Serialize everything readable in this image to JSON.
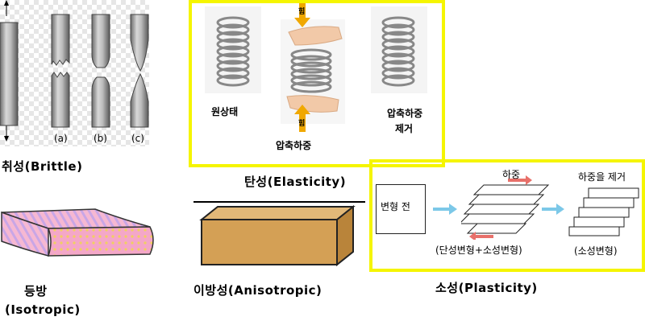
{
  "brittle": {
    "title": "취성(Brittle)",
    "labels": [
      "(a)",
      "(b)",
      "(c)"
    ]
  },
  "elasticity": {
    "title": "탄성(Elasticity)",
    "original_label": "원상태",
    "compress_label": "압축하중",
    "remove_label_line1": "압축하중",
    "remove_label_line2": "제거",
    "force_top": "힘",
    "force_bottom": "힘"
  },
  "isotropic": {
    "title_line1": "등방",
    "title_line2": "(Isotropic)"
  },
  "anisotropic": {
    "title": "이방성(Anisotropic)"
  },
  "plasticity": {
    "title": "소성(Plasticity)",
    "before_label": "변형 전",
    "load_label": "하중",
    "remove_load_label": "하중을 제거",
    "elastic_plastic_label": "(단성변형+소성변형)",
    "plastic_label": "(소성변형)"
  },
  "colors": {
    "highlight_box": "#f5f500",
    "blue_arrow": "#7cc8e8",
    "red_arrow": "#e8706a",
    "force_arrow": "#f0a800",
    "iso_pink": "#f4a7c8",
    "aniso_wood": "#d4a055"
  }
}
